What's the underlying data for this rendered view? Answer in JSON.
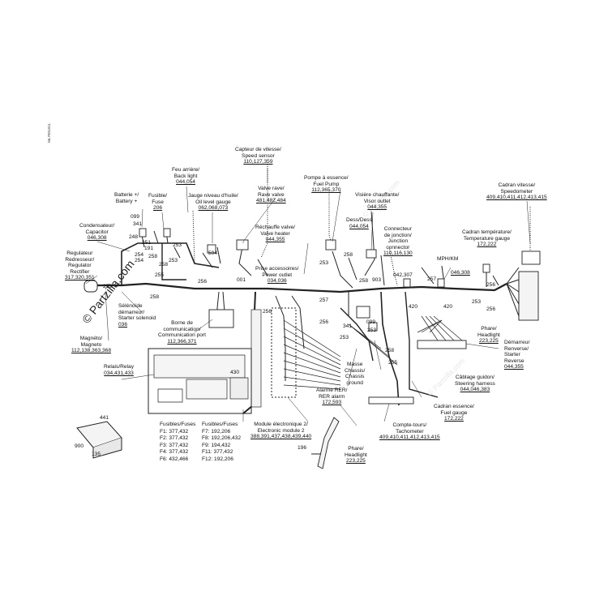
{
  "doc_id": "ML7001011",
  "watermark": "© Partzilla.com",
  "watermark_faint": "© Partzilla.com",
  "labels": {
    "speed_sensor": [
      "Capteur de vitesse/",
      "Speed sensor",
      "110,127,359"
    ],
    "back_light": [
      "Feu arrière/",
      "Back light",
      "044,054"
    ],
    "battery": [
      "Batterie +/",
      "Battery +"
    ],
    "fuse": [
      "Fusible/",
      "Fuse",
      "206"
    ],
    "oil_gauge": [
      "Jauge niveau d'huile/",
      "Oil level gauge",
      "062,068,073"
    ],
    "rave_valve": [
      "Valve rave/",
      "Rave valve",
      "481,482,484"
    ],
    "fuel_pump": [
      "Pompe à essence/",
      "Fuel Pump",
      "112,365,370"
    ],
    "visor_outlet": [
      "Visière chauffante/",
      "Visor outlet",
      "044,355"
    ],
    "speedometer": [
      "Cadran vitesse/",
      "Speedometer",
      "409,410,411,412,413,415"
    ],
    "capacitor": [
      "Condensateur/",
      "Capacitor",
      "046,308"
    ],
    "valve_heater": [
      "Réchauffe valve/",
      "Valve heater",
      "044,355"
    ],
    "dess": [
      "Dess/Dess",
      "044,054"
    ],
    "junction": [
      "Connecteur",
      "de jonction/",
      "Junction",
      "connector",
      "110,116,130"
    ],
    "temp_gauge": [
      "Cadran température/",
      "Temperature gauge",
      "172,222"
    ],
    "rectifier": [
      "Regulateur",
      "Redresseur/",
      "Regulator",
      "Rectifier",
      "317,320,351"
    ],
    "power_outlet": [
      "Prise accessoires/",
      "Power outlet",
      "034,036"
    ],
    "mph": [
      "MPH/KM",
      "046,308"
    ],
    "starter_solenoid": [
      "Sélénoïde",
      "démarreur/",
      "Starter solenoid",
      "036"
    ],
    "comm_port": [
      "Borne de",
      "communication/",
      "Communication port",
      "112,366,371"
    ],
    "magneto": [
      "Magnéto/",
      "Magneto",
      "112,138,363,368"
    ],
    "relay": [
      "Relais/Relay",
      "034,431,433"
    ],
    "chassis_ground": [
      "Masse",
      "Chassis/",
      "Chassis",
      "ground"
    ],
    "rer_alarm": [
      "Alarme RER/",
      "RER alarm",
      "172,593"
    ],
    "headlight_right": [
      "Phare/",
      "Headlight",
      "223,225"
    ],
    "reverse_starter": [
      "Démarreur",
      "Renverse/",
      "Starter",
      "Reverse",
      "044,355"
    ],
    "steering_harness": [
      "Câblage guidon/",
      "Steering harness",
      "044,046,383"
    ],
    "fuel_gauge": [
      "Cadran essence/",
      "Fuel gauge",
      "172,222"
    ],
    "tachometer": [
      "Compte-tours/",
      "Tachometer",
      "409,410,411,412,413,415"
    ],
    "headlight_bottom": [
      "Phare/",
      "Headlight",
      "223,225"
    ],
    "ecm2": [
      "Module électronique 2/",
      "Electronic module 2",
      "388,391,437,438,439,440"
    ]
  },
  "fuses_title_1": "Fusibles/Fuses",
  "fuses_1": [
    "F1: 377,432",
    "F2: 377,432",
    "F3: 377,432",
    "F4: 377,432",
    "F6: 432,466"
  ],
  "fuses_title_2": "Fusibles/Fuses",
  "fuses_2": [
    "F7: 192,206",
    "F8: 192,206,432",
    "F9: 194,432",
    "F11: 377,432",
    "F12: 192,206"
  ],
  "nums": {
    "n099a": "099",
    "n341a": "341",
    "n248": "248",
    "n251": "251",
    "n191": "191",
    "n254a": "254",
    "n254b": "254",
    "n258a": "258",
    "n253a": "253",
    "n255a": "255",
    "n253b": "253",
    "n594": "594",
    "n256a": "256",
    "n001": "001",
    "n258b": "258",
    "n253c": "253",
    "n258c": "258",
    "n258d": "258",
    "n256b": "256",
    "n257a": "257",
    "n256c": "256",
    "n099b": "099",
    "n341b": "341",
    "n253d": "253",
    "n253e": "253",
    "n903": "903",
    "n258e": "258",
    "n255b": "255",
    "n042": "042,307",
    "n257b": "257",
    "n420a": "420",
    "n420b": "420",
    "n253f": "253",
    "n256d": "256",
    "n256e": "256",
    "n430": "430",
    "n441": "441",
    "n900": "900",
    "n135": "135",
    "n196": "196",
    "n253g": "253",
    "n258f": "258"
  }
}
